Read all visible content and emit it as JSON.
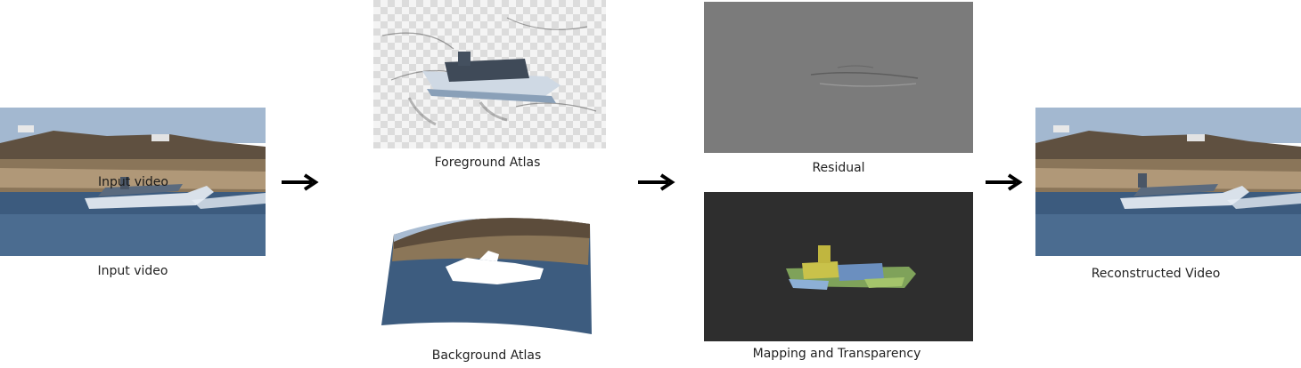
{
  "panels": {
    "input": {
      "label": "Input video",
      "overlay": "Input video"
    },
    "foreground": {
      "label": "Foreground Atlas"
    },
    "background": {
      "label": "Background Atlas"
    },
    "residual": {
      "label": "Residual"
    },
    "mapping": {
      "label": "Mapping and Transparency"
    },
    "reconstructed": {
      "label": "Reconstructed Video"
    }
  },
  "colors": {
    "sky": "#9fb4cc",
    "hill": "#6b5a45",
    "shore": "#b39a78",
    "water": "#3b5a7d",
    "residual_gray": "#7b7b7b",
    "mapping_bg": "#2e2e2e",
    "arrow": "#000000"
  }
}
